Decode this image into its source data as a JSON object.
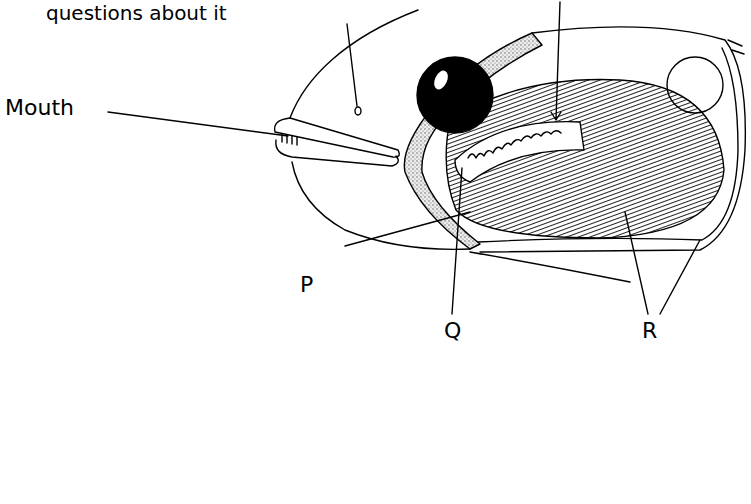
{
  "diagram": {
    "labels": [
      "questions about it",
      "Mouth",
      "P",
      "Q",
      "R"
    ]
  }
}
